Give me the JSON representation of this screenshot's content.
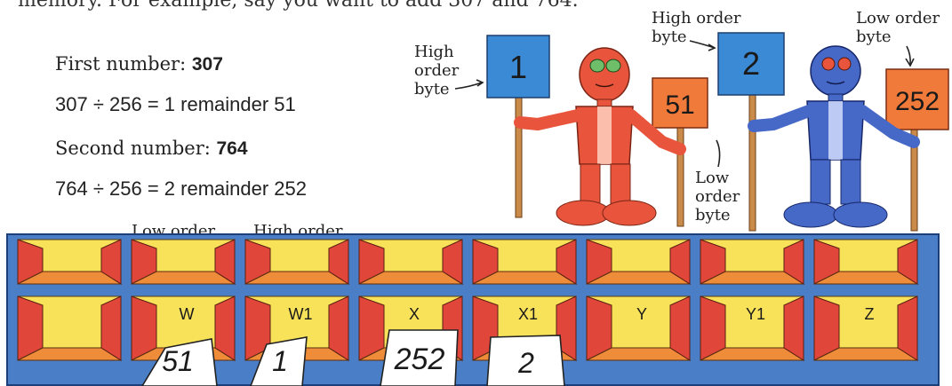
{
  "intro_text": "memory. For example, say you want to add 307 and 764.",
  "first": {
    "label": "First number:",
    "value": "307",
    "equation": "307 ÷ 256 = 1 remainder 51"
  },
  "second": {
    "label": "Second number:",
    "value": "764",
    "equation": "764 ÷ 256 = 2 remainder 252"
  },
  "labels": {
    "high_order_byte_left": [
      "High",
      "order",
      "byte"
    ],
    "high_order_byte_right": [
      "High order",
      "byte"
    ],
    "low_order_byte_right": [
      "Low order",
      "byte"
    ],
    "low_order_byte_mid": [
      "Low",
      "order",
      "byte"
    ],
    "low_order": "Low order",
    "high_order": "High order"
  },
  "robot_signs": {
    "red_high": "1",
    "red_low": "51",
    "blue_high": "2",
    "blue_low": "252"
  },
  "memory_cells": [
    "W",
    "W1",
    "X",
    "X1",
    "Y",
    "Y1",
    "Z"
  ],
  "papers": [
    "51",
    "1",
    "252",
    "2"
  ],
  "colors": {
    "frame_blue": "#4a7fc8",
    "cell_yellow": "#f8e25a",
    "cell_orange": "#ef8c3a",
    "cell_red": "#e0463a",
    "robot_red": "#e8553c",
    "robot_blue": "#4668c6",
    "sign_blue": "#3b8ad6",
    "sign_orange": "#f07a3a"
  }
}
